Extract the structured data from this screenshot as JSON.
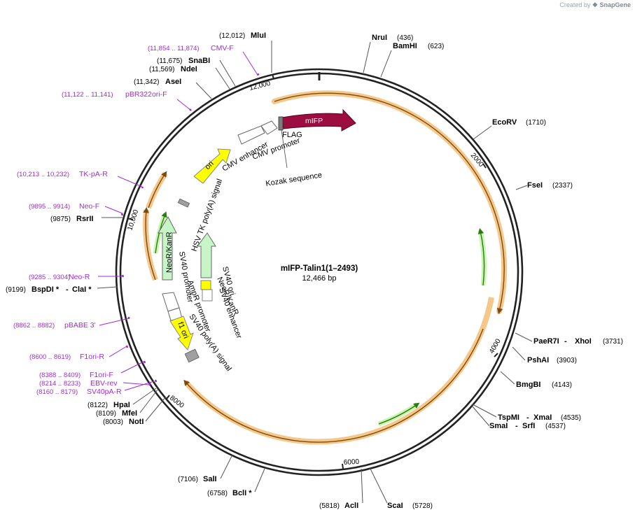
{
  "credit": {
    "prefix": "Created by",
    "brand": "SnapGene"
  },
  "plasmid": {
    "name": "mIFP-Talin1(1–2493)",
    "length": "12,466 bp"
  },
  "colors": {
    "backbone": "#222222",
    "orf": "#f5c788",
    "orf_arrow": "#7a4a10",
    "mifp": "#9b0e3f",
    "ori": "#ffff00",
    "promoter": "#ffffff",
    "resistance": "#c8f5c8",
    "primer": "#a12bd0",
    "polyA": "#a0a0a0"
  },
  "ticks": [
    "2000",
    "4000",
    "6000",
    "8000",
    "10,000",
    "12,000"
  ],
  "sites": [
    {
      "name": "NruI",
      "pos": "(436)"
    },
    {
      "name": "BamHI",
      "pos": "(623)"
    },
    {
      "name": "EcoRV",
      "pos": "(1710)"
    },
    {
      "name": "FseI",
      "pos": "(2337)"
    },
    {
      "name": "PaeR7I",
      "name2": "XhoI",
      "pos": "(3731)"
    },
    {
      "name": "PshAI",
      "pos": "(3903)"
    },
    {
      "name": "BmgBI",
      "pos": "(4143)"
    },
    {
      "name": "TspMI",
      "name2": "XmaI",
      "pos": "(4535)"
    },
    {
      "name": "SmaI",
      "name2": "SrfI",
      "pos": "(4537)"
    },
    {
      "name": "ScaI",
      "pos": "(5728)"
    },
    {
      "name": "AclI",
      "pos": "(5818)"
    },
    {
      "name": "BclI *",
      "pos": "(6758)"
    },
    {
      "name": "SalI",
      "pos": "(7106)"
    },
    {
      "name": "NotI",
      "pos": "(8003)"
    },
    {
      "name": "MfeI",
      "pos": "(8109)"
    },
    {
      "name": "HpaI",
      "pos": "(8122)"
    },
    {
      "name": "BspDI *",
      "name2": "ClaI *",
      "pos": "(9199)"
    },
    {
      "name": "RsrII",
      "pos": "(9875)"
    },
    {
      "name": "AseI",
      "pos": "(11,342)"
    },
    {
      "name": "NdeI",
      "pos": "(11,569)"
    },
    {
      "name": "SnaBI",
      "pos": "(11,675)"
    },
    {
      "name": "MluI",
      "pos": "(12,012)"
    }
  ],
  "primers": [
    {
      "name": "CMV-F",
      "pos": "(11,854 .. 11,874)"
    },
    {
      "name": "pBR322ori-F",
      "pos": "(11,122 .. 11,141)"
    },
    {
      "name": "TK-pA-R",
      "pos": "(10,213 .. 10,232)"
    },
    {
      "name": "Neo-F",
      "pos": "(9895 .. 9914)"
    },
    {
      "name": "Neo-R",
      "pos": "(9285 .. 9304)"
    },
    {
      "name": "pBABE 3'",
      "pos": "(8862 .. 8882)"
    },
    {
      "name": "F1ori-R",
      "pos": "(8600 .. 8619)"
    },
    {
      "name": "F1ori-F",
      "pos": "(8388 .. 8409)"
    },
    {
      "name": "EBV-rev",
      "pos": "(8214 .. 8233)"
    },
    {
      "name": "SV40pA-R",
      "pos": "(8160 .. 8179)"
    }
  ],
  "features": {
    "mifp": "mIFP",
    "flag": "FLAG",
    "cmv_promoter": "CMV promoter",
    "cmv_enhancer": "CMV enhancer",
    "kozak": "Kozak sequence",
    "ori": "ori",
    "hsv_tk_polya": "HSV TK poly(A) signal",
    "neokanr_outer": "NeoR/KanR",
    "neokanr_inner": "NeoR/KanR",
    "sv40_promoter": "SV40 promoter",
    "sv40_ori": "SV40 ori",
    "sv40_enhancer": "SV40 enhancer",
    "ampr_promoter": "AmpR promoter",
    "f1_ori": "f1 ori",
    "sv40_polya": "SV40 poly(A) signal"
  }
}
